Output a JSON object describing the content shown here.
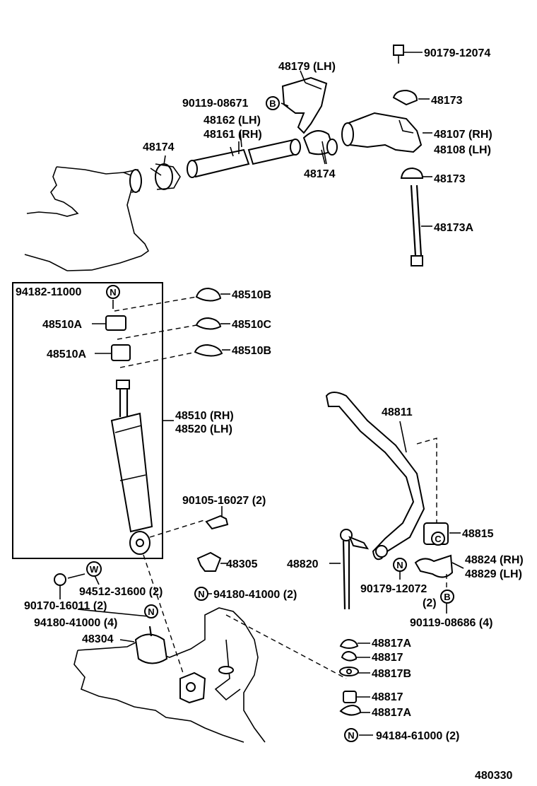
{
  "labels": {
    "p90179_12074": "90179-12074",
    "p48179": "48179 (LH)",
    "p48173_top": "48173",
    "p90119_08671": "90119-08671",
    "p48162": "48162 (LH)",
    "p48161": "48161 (RH)",
    "p48107": "48107 (RH)",
    "p48108": "48108 (LH)",
    "p48174_left": "48174",
    "p48174_right": "48174",
    "p48173_mid": "48173",
    "p48173A": "48173A",
    "p94182": "94182-11000",
    "p48510A_1": "48510A",
    "p48510A_2": "48510A",
    "p48510B_1": "48510B",
    "p48510C": "48510C",
    "p48510B_2": "48510B",
    "p48510": "48510 (RH)",
    "p48520": "48520 (LH)",
    "p48811": "48811",
    "p90105": "90105-16027 (2)",
    "p48815": "48815",
    "p48305": "48305",
    "p48820": "48820",
    "p48824": "48824 (RH)",
    "p48829": "48829 (LH)",
    "p90179_12072": "90179-12072",
    "p_qty2": "(2)",
    "p90119_08686": "90119-08686 (4)",
    "p94512": "94512-31600 (2)",
    "p94180_right": "94180-41000 (2)",
    "p90170": "90170-16011 (2)",
    "p94180_left": "94180-41000 (4)",
    "p48304": "48304",
    "p48817A_1": "48817A",
    "p48817_1": "48817",
    "p48817B": "48817B",
    "p48817_2": "48817",
    "p48817A_2": "48817A",
    "p94184": "94184-61000 (2)",
    "diagram_number": "480330"
  },
  "callouts": {
    "b": "B",
    "n": "N",
    "w": "W",
    "c": "C"
  },
  "icons": {
    "callout_shape": "circle-letter"
  }
}
